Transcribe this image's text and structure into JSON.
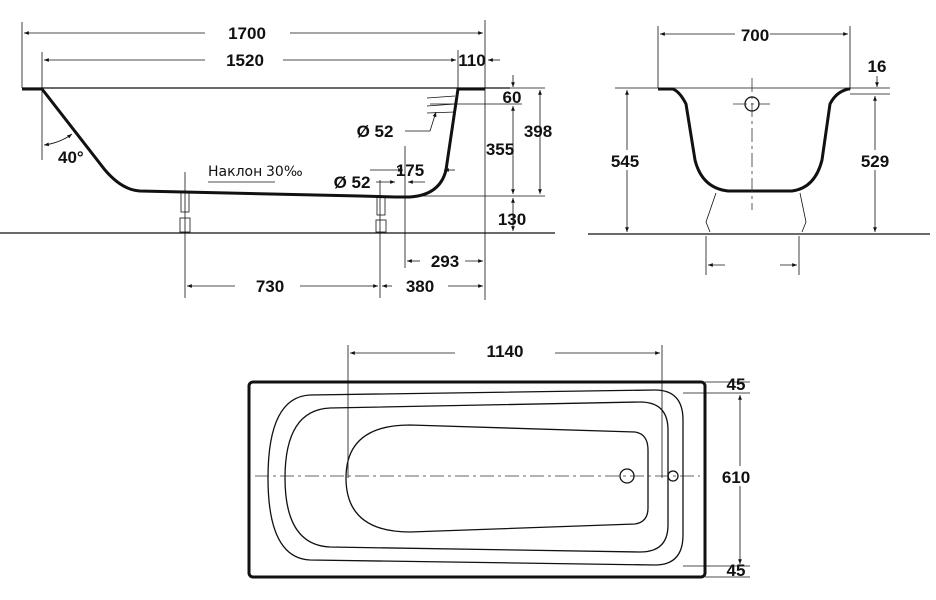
{
  "side_view": {
    "dim_total_length": "1700",
    "dim_inner_length": "1520",
    "dim_rim_right": "110",
    "dim_overflow_from_top": "60",
    "dim_height_inner": "398",
    "dim_overflow_to_bottom": "355",
    "dim_bottom_to_floor": "130",
    "dim_drain_offset": "175",
    "drain_diameter": "Ø 52",
    "overflow_diameter": "Ø 52",
    "angle": "40°",
    "slope_label": "Наклон",
    "slope_value": "30‰",
    "dim_drain_to_end": "293",
    "dim_legs_spacing": "730",
    "dim_leg_to_end": "380"
  },
  "end_view": {
    "dim_width": "700",
    "dim_rim": "16",
    "dim_total_height": "545",
    "dim_inner_height": "529"
  },
  "top_view": {
    "dim_drain_distance": "1140",
    "dim_rim_top": "45",
    "dim_width_inner": "610",
    "dim_rim_bottom": "45"
  }
}
